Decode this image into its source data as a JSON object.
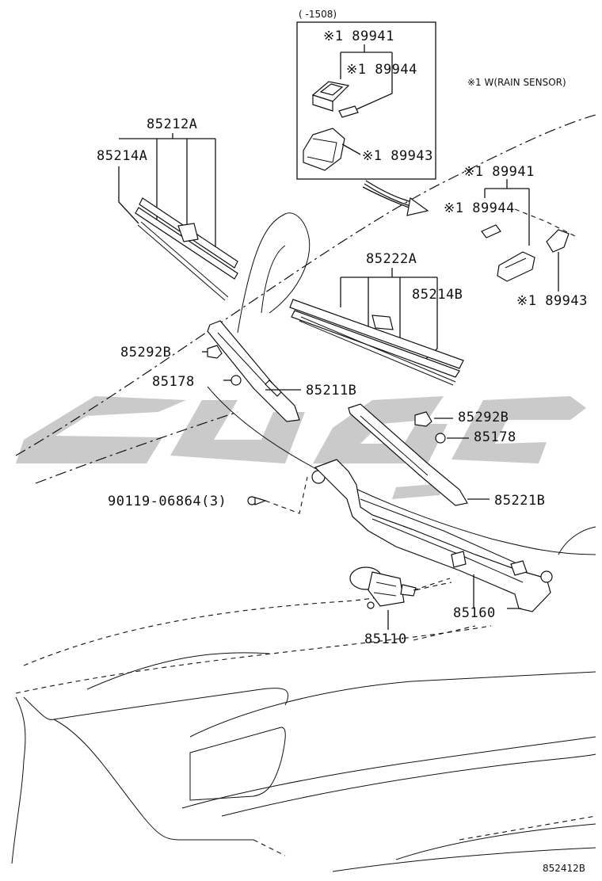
{
  "diagram": {
    "period_note": "(      -1508)",
    "legend_note": "※1 W(RAIN SENSOR)",
    "figure_code": "852412B",
    "parts": {
      "inset_89941": "※1 89941",
      "inset_89944": "※1 89944",
      "inset_89943": "※1 89943",
      "p_89941": "※1 89941",
      "p_89944": "※1 89944",
      "p_89943": "※1 89943",
      "p_85212A": "85212A",
      "p_85214A": "85214A",
      "p_85222A": "85222A",
      "p_85214B": "85214B",
      "p_85292B_left": "85292B",
      "p_85178_left": "85178",
      "p_85211B": "85211B",
      "p_85292B_right": "85292B",
      "p_85178_right": "85178",
      "p_90119": "90119-06864(3)",
      "p_85221B": "85221B",
      "p_85160": "85160",
      "p_85110": "85110"
    }
  }
}
